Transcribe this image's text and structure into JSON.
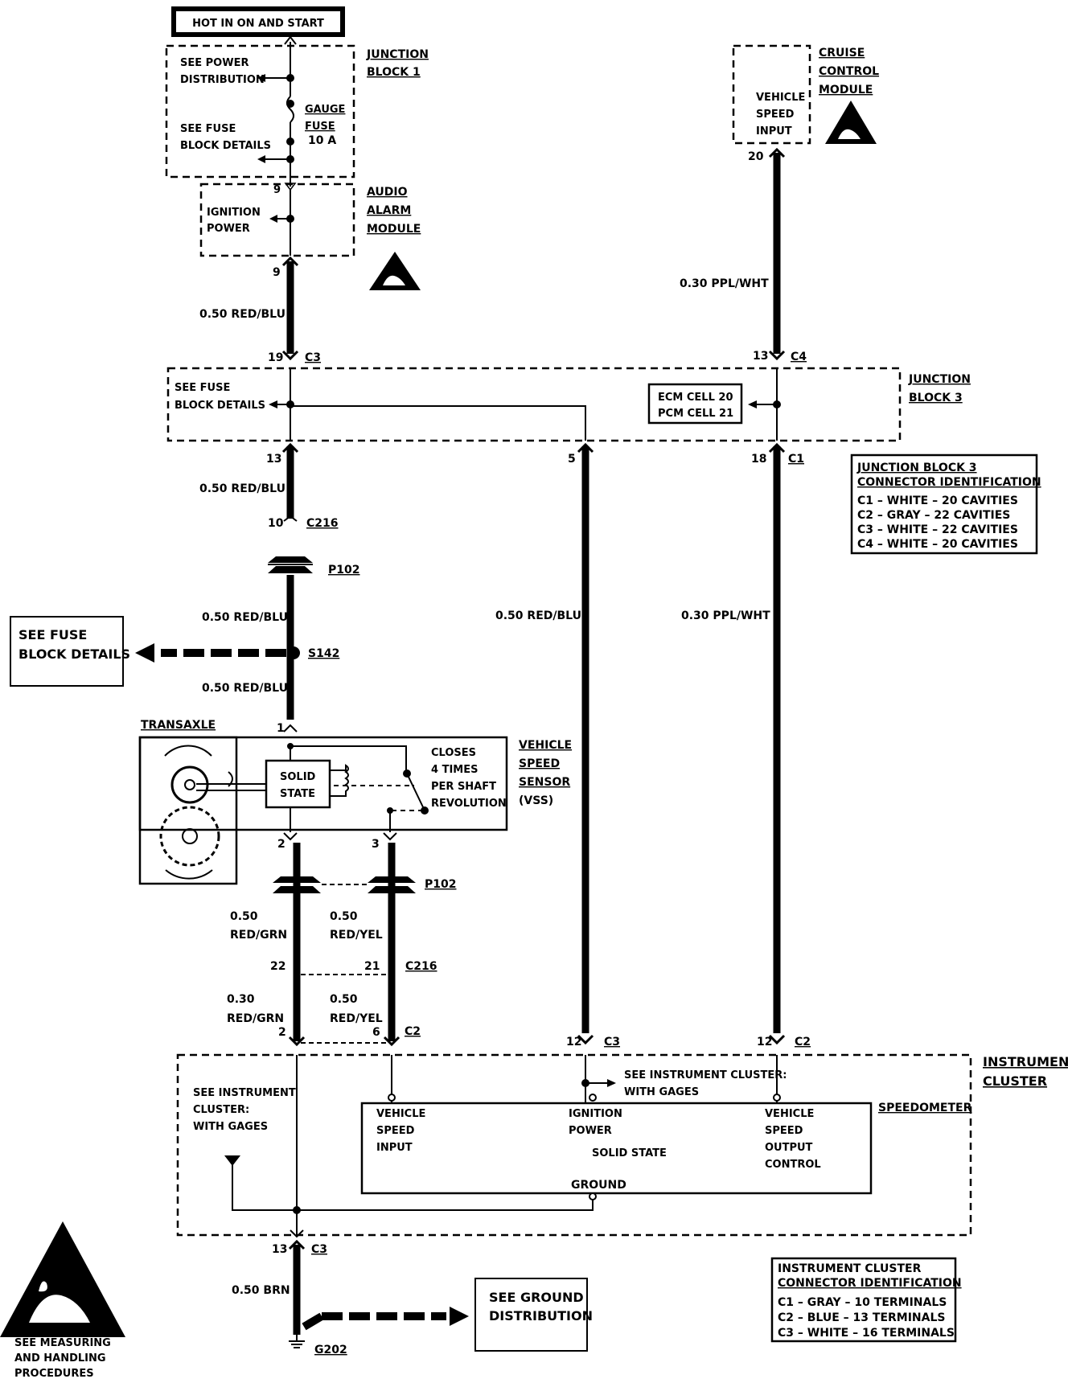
{
  "header": {
    "hot_label": "HOT IN ON AND START"
  },
  "junction_block_1": {
    "title1": "JUNCTION",
    "title2": "BLOCK 1",
    "see_power1": "SEE POWER",
    "see_power2": "DISTRIBUTION",
    "see_fuse1": "SEE FUSE",
    "see_fuse2": "BLOCK DETAILS",
    "fuse1": "GAUGE",
    "fuse2": "FUSE",
    "fuse_rating": "10 A"
  },
  "audio_alarm_module": {
    "title1": "AUDIO",
    "title2": "ALARM",
    "title3": "MODULE",
    "pin_in": "9",
    "label1": "IGNITION",
    "label2": "POWER",
    "pin_out": "9"
  },
  "cruise_control_module": {
    "title1": "CRUISE",
    "title2": "CONTROL",
    "title3": "MODULE",
    "label1": "VEHICLE",
    "label2": "SPEED",
    "label3": "INPUT",
    "pin": "20"
  },
  "wires": {
    "w_a": "0.50 RED/BLU",
    "w_b": "0.30 PPL/WHT",
    "w_c": "0.50 RED/BLU",
    "w_d": "0.50 RED/BLU",
    "w_e": "0.30 PPL/WHT",
    "w_f": "0.50 RED/BLU",
    "w_g": "0.50 RED/BLU",
    "w_h1": "0.50",
    "w_h2": "RED/GRN",
    "w_i1": "0.50",
    "w_i2": "RED/YEL",
    "w_j1": "0.30",
    "w_j2": "RED/GRN",
    "w_k1": "0.50",
    "w_k2": "RED/YEL",
    "w_l": "0.50 BRN"
  },
  "junction_block_3": {
    "title1": "JUNCTION",
    "title2": "BLOCK 3",
    "see_fuse1": "SEE FUSE",
    "see_fuse2": "BLOCK DETAILS",
    "ecm": "ECM CELL 20",
    "pcm": "PCM CELL 21",
    "pin_c3": "19",
    "conn_c3": "C3",
    "pin_c4": "13",
    "conn_c4": "C4",
    "pin_13": "13",
    "pin_5": "5",
    "pin_18": "18",
    "conn_c1": "C1"
  },
  "jb3_conn_id": {
    "title1": "JUNCTION BLOCK 3",
    "title2": "CONNECTOR IDENTIFICATION",
    "lines": [
      "C1 – WHITE – 20 CAVITIES",
      "C2 – GRAY – 22 CAVITIES",
      "C3 – WHITE – 22 CAVITIES",
      "C4 – WHITE – 20 CAVITIES"
    ]
  },
  "connectors": {
    "c216_top_pin": "10",
    "c216": "C216",
    "p102": "P102",
    "s142": "S142",
    "pin22": "22",
    "pin21": "21",
    "c216_b": "C216",
    "pin2": "2",
    "pin6": "6",
    "c2": "C2",
    "pin12a": "12",
    "c3a": "C3",
    "pin12b": "12",
    "c2b": "C2",
    "pin13": "13",
    "c3b": "C3",
    "g202": "G202"
  },
  "see_fuse_left": {
    "line1": "SEE FUSE",
    "line2": "BLOCK DETAILS"
  },
  "transaxle": {
    "title": "TRANSAXLE",
    "pin1": "1",
    "pin2": "2",
    "pin3": "3",
    "solid1": "SOLID",
    "solid2": "STATE",
    "closes1": "CLOSES",
    "closes2": "4 TIMES",
    "closes3": "PER SHAFT",
    "closes4": "REVOLUTION"
  },
  "vss": {
    "t1": "VEHICLE",
    "t2": "SPEED",
    "t3": "SENSOR",
    "t4": "(VSS)"
  },
  "instrument_cluster": {
    "title1": "INSTRUMENT",
    "title2": "CLUSTER",
    "see_ic1": "SEE INSTRUMENT",
    "see_ic2": "CLUSTER:",
    "see_ic3": "WITH GAGES",
    "see_ic_r1": "SEE INSTRUMENT CLUSTER:",
    "see_ic_r2": "WITH GAGES",
    "speedometer": "SPEEDOMETER",
    "vsi1": "VEHICLE",
    "vsi2": "SPEED",
    "vsi3": "INPUT",
    "ign1": "IGNITION",
    "ign2": "POWER",
    "solid": "SOLID STATE",
    "vso1": "VEHICLE",
    "vso2": "SPEED",
    "vso3": "OUTPUT",
    "vso4": "CONTROL",
    "ground": "GROUND"
  },
  "see_ground": {
    "line1": "SEE GROUND",
    "line2": "DISTRIBUTION"
  },
  "ic_conn_id": {
    "title1": "INSTRUMENT CLUSTER",
    "title2": "CONNECTOR IDENTIFICATION",
    "lines": [
      "C1 – GRAY – 10 TERMINALS",
      "C2 – BLUE – 13 TERMINALS",
      "C3 – WHITE – 16 TERMINALS"
    ]
  },
  "esd_note": {
    "line1": "SEE MEASURING",
    "line2": "AND HANDLING",
    "line3": "PROCEDURES"
  }
}
